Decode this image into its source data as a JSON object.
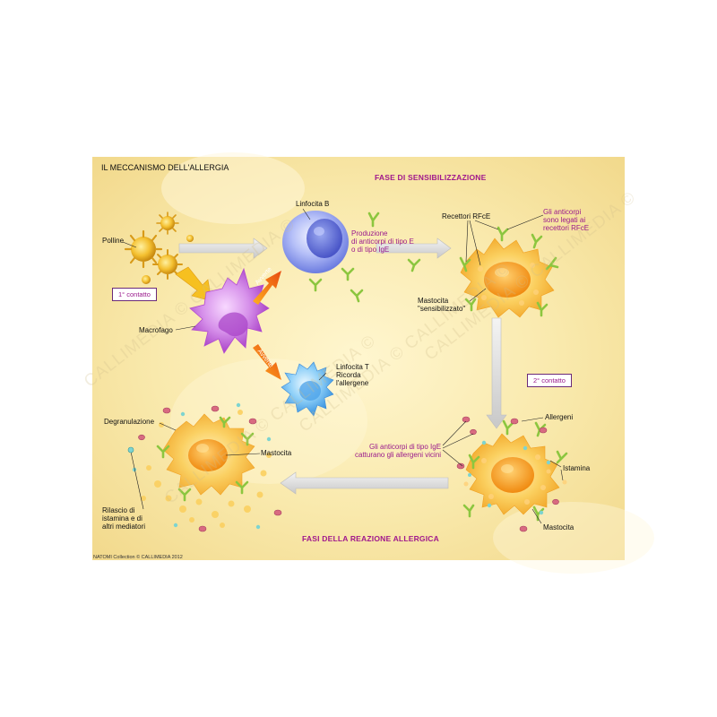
{
  "title": "IL MECCANISMO DELL'ALLERGIA",
  "phases": {
    "sensitization": "FASE DI SENSIBILIZZAZIONE",
    "reaction": "FASI DELLA REAZIONE ALLERGICA"
  },
  "contacts": {
    "first": "1° contatto",
    "second": "2° contatto"
  },
  "labels": {
    "polline": "Polline",
    "linfocita_b": "Linfocita B",
    "produzione": [
      "Produzione",
      "di anticorpi di tipo E",
      "o di tipo IgE"
    ],
    "recettori": "Recettori RFcE",
    "anticorpi_legati": [
      "Gli anticorpi",
      "sono legati ai",
      "recettori RFcE"
    ],
    "mastocita_sens": [
      "Mastocita",
      "\"sensibilizzato\""
    ],
    "macrofago": "Macrofago",
    "avverte_1": "Avverte",
    "avverte_2": "Avverte",
    "linfocita_t": [
      "Linfocita T",
      "Ricorda",
      "l'allergene"
    ],
    "degranulazione": "Degranulazione",
    "mastocita_left": "Mastocita",
    "rilascio": [
      "Rilascio di",
      "istamina e di",
      "altri mediatori"
    ],
    "allergeni": "Allergeni",
    "anticorpi_catturano": [
      "Gli anticorpi di tipo IgE",
      "catturano gli allergeni vicini"
    ],
    "istamina": "Istamina",
    "mastocita_right": "Mastocita"
  },
  "watermark": "CALLIMEDIA © CALLIMEDIA ©",
  "credit": "NATOMI Collection © CALLIMEDIA 2012",
  "colors": {
    "phase_text": "#a0188c",
    "background": "#f7e6a4",
    "arrow": "#e0e0e0",
    "activation_arrow": "#e85a10",
    "b_cell": "#7f8fe6",
    "macrophage": "#c45ad6",
    "t_cell": "#5ab4f0",
    "mast_cell": "#f5b428",
    "pollen": "#f0b820",
    "antibody": "#8cc63f"
  }
}
